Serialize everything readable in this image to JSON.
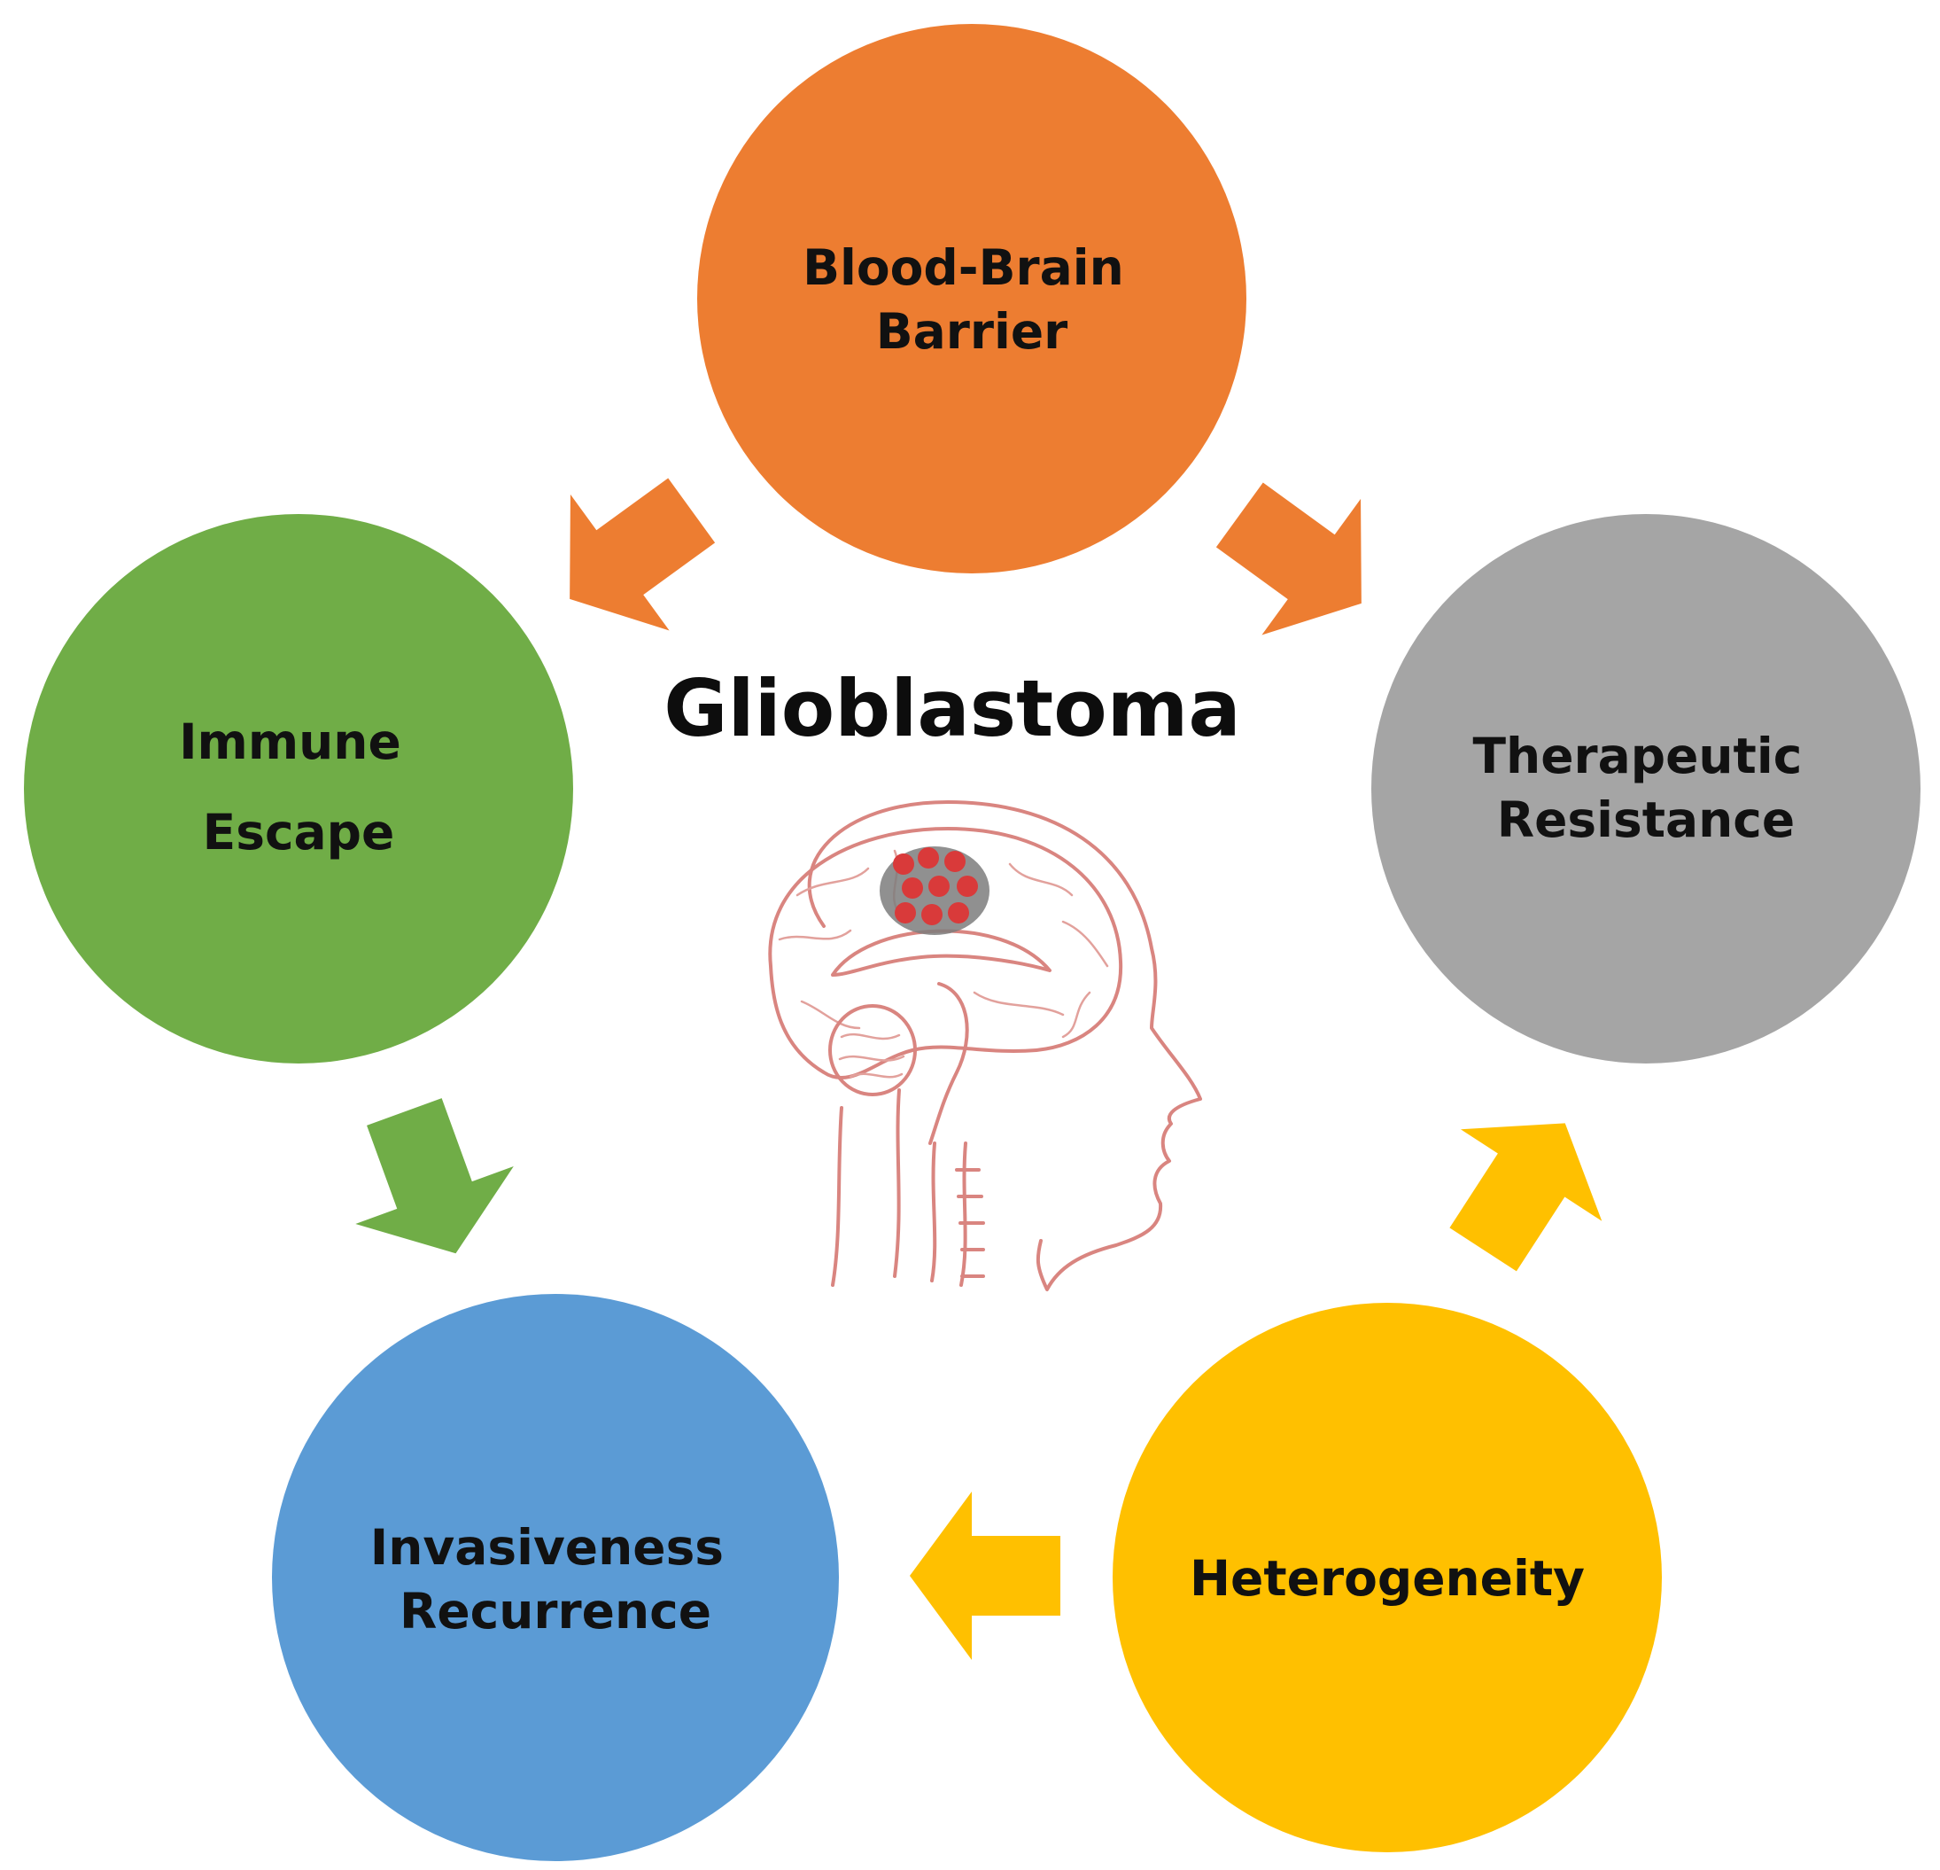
{
  "diagram": {
    "title": "Glioblastoma",
    "illustration": "brain-with-tumor-illustration",
    "nodes": [
      {
        "id": "blood-brain-barrier",
        "lines": [
          "Blood-Brain",
          "Barrier"
        ],
        "color": "#ED7D31"
      },
      {
        "id": "therapeutic-resistance",
        "lines": [
          "Therapeutic",
          "Resistance"
        ],
        "color": "#A5A5A5"
      },
      {
        "id": "heterogeneity",
        "lines": [
          "Heterogeneity"
        ],
        "color": "#FFC000"
      },
      {
        "id": "invasiveness-recurrence",
        "lines": [
          "Invasiveness",
          "Recurrence"
        ],
        "color": "#5B9BD5"
      },
      {
        "id": "immune-escape",
        "lines": [
          "Immune",
          "Escape"
        ],
        "color": "#70AD47"
      }
    ],
    "arrows": [
      {
        "from": "blood-brain-barrier",
        "to": "immune-escape",
        "color": "#ED7D31"
      },
      {
        "from": "blood-brain-barrier",
        "to": "therapeutic-resistance",
        "color": "#ED7D31"
      },
      {
        "from": "heterogeneity",
        "to": "therapeutic-resistance",
        "color": "#FFC000"
      },
      {
        "from": "heterogeneity",
        "to": "invasiveness-recurrence",
        "color": "#FFC000"
      },
      {
        "from": "immune-escape",
        "to": "invasiveness-recurrence",
        "color": "#70AD47"
      }
    ]
  }
}
